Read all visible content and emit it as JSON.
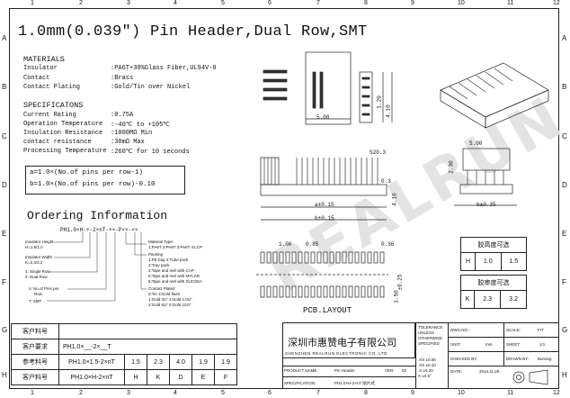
{
  "title": "1.0mm(0.039″) Pin Header,Dual Row,SMT",
  "columns": [
    "1",
    "2",
    "3",
    "4",
    "5",
    "6",
    "7",
    "8",
    "9",
    "10",
    "11",
    "12"
  ],
  "rows": [
    "A",
    "B",
    "C",
    "D",
    "E",
    "F",
    "G",
    "H"
  ],
  "materials": {
    "heading": "MATERIALS",
    "items": [
      {
        "label": "Insulator",
        "value": ":PA6T+30%Glass Fiber,UL94V-0"
      },
      {
        "label": "Contact",
        "value": ":Brass"
      },
      {
        "label": "Contact Plating",
        "value": ":Gold/Tin over Nickel"
      }
    ]
  },
  "specifications": {
    "heading": "SPECIFICATONS",
    "items": [
      {
        "label": "Current Rating",
        "value": ":0.75A"
      },
      {
        "label": "Operation Temperature",
        "value": ":-40℃ to +105℃"
      },
      {
        "label": "Insulation Resistance",
        "value": ":1000MΩ Min"
      },
      {
        "label": "contact resistance",
        "value": ":30mΩ Max"
      },
      {
        "label": "Processing Temperature",
        "value": ":260℃ for 10 seconds"
      }
    ]
  },
  "formula": {
    "a": "a=1.0×(No.of pins per row-1)",
    "b": "b=1.0×(No.of pins per row)-0.10"
  },
  "ordering": {
    "heading": "Ordering Information",
    "code": "PH1.0×H-×-2×nT-××-P××-××",
    "insulator_height": [
      "Insulator Height",
      "H=1.5/1.0"
    ],
    "insulator_width": [
      "Insulator Width",
      "K=2.3/3.2"
    ],
    "rows_opts": [
      "1: Single Row",
      "2: Dual Row"
    ],
    "pins": [
      "n: No.of Pins per",
      "Row"
    ],
    "smt": "T: SMT",
    "material_type": [
      "Material Type:",
      "1:PA6T 2:PA9T 3:PA6T 4:LCP"
    ],
    "packing": [
      "Packing",
      "1:PE bag    2:Tube pack",
      "3:Tray pack",
      "4:Tape and reel with CAP",
      "5:Tape and reel with MYLAR",
      "6:Tape and reel with SUCSEA"
    ],
    "plated": [
      "Contact Plated",
      "0:Tin        3:Gold flash",
      "1:Gold 3U″    4:Gold 1.0U″",
      "2:Gold 5U″    5:Gold 10U″"
    ]
  },
  "dims": {
    "d500a": "5.00",
    "d120": "1.20",
    "d410": "4.10",
    "d500b": "5.00",
    "d230": "2.30",
    "s20": "S20.3",
    "d03": "0.3",
    "d015": "a±0.15",
    "b015": "b±0.15",
    "d100": "1.00",
    "d085": "0.85",
    "d036": "0.36",
    "d025": "±0.25",
    "d410b": "4.10",
    "d150": "1.50",
    "d035": "b±0.35"
  },
  "pcb_layout": "PCB.LAYOUT",
  "gauge_table": {
    "height_title": "胶高度可选",
    "height_row": [
      "H",
      "1.0",
      "1.5"
    ],
    "width_title": "胶审度可选",
    "width_row": [
      "K",
      "2.3",
      "3.2"
    ]
  },
  "customer_table": {
    "rows": [
      [
        "客户料号",
        "",
        "",
        "",
        "",
        "",
        ""
      ],
      [
        "客户要求",
        "PH1.0×__-2×__T",
        "",
        "",
        "",
        "",
        ""
      ],
      [
        "参考料号",
        "PH1.0×1.5-2×nT",
        "1.5",
        "2.3",
        "4.0",
        "1.9",
        "1.9"
      ],
      [
        "客户料号",
        "PH1.0×H-2×nT",
        "H",
        "K",
        "D",
        "E",
        "F"
      ]
    ]
  },
  "title_block": {
    "company_cn": "深圳市惠赞电子有限公司",
    "company_en": "SHENZHEN REALRUN ELECTRONIC CO.,LTD",
    "tolerance": [
      "TOLERANCE",
      "UNLESS",
      "OTHERWISE",
      "SPECIFIED"
    ],
    "tol_vals": [
      ".XX ±0.05",
      ".XX ±0.10",
      ".X  ±0.20",
      "X ±0.5°"
    ],
    "product_name_label": "PRODUCT NAME:",
    "product_name": "Pin Header",
    "ver_label": "VER:",
    "ver": "03",
    "spec_label": "SPECIFICATION:",
    "spec": "PH1.0×H-2×nT 贴片式",
    "dwg_no_label": "DWG.NO.:",
    "unit_label": "UNIT:",
    "unit": "mm",
    "checked_label": "CHECKED BY:",
    "date_label": "DATE:",
    "date": "2014.11.28",
    "scale_label": "SCALE:",
    "scale": "FIT",
    "sheet_label": "SHEET:",
    "sheet": "1/1",
    "drawn_label": "DRAWN BY:",
    "drawn": "Burning"
  },
  "watermark": "REALRUN"
}
